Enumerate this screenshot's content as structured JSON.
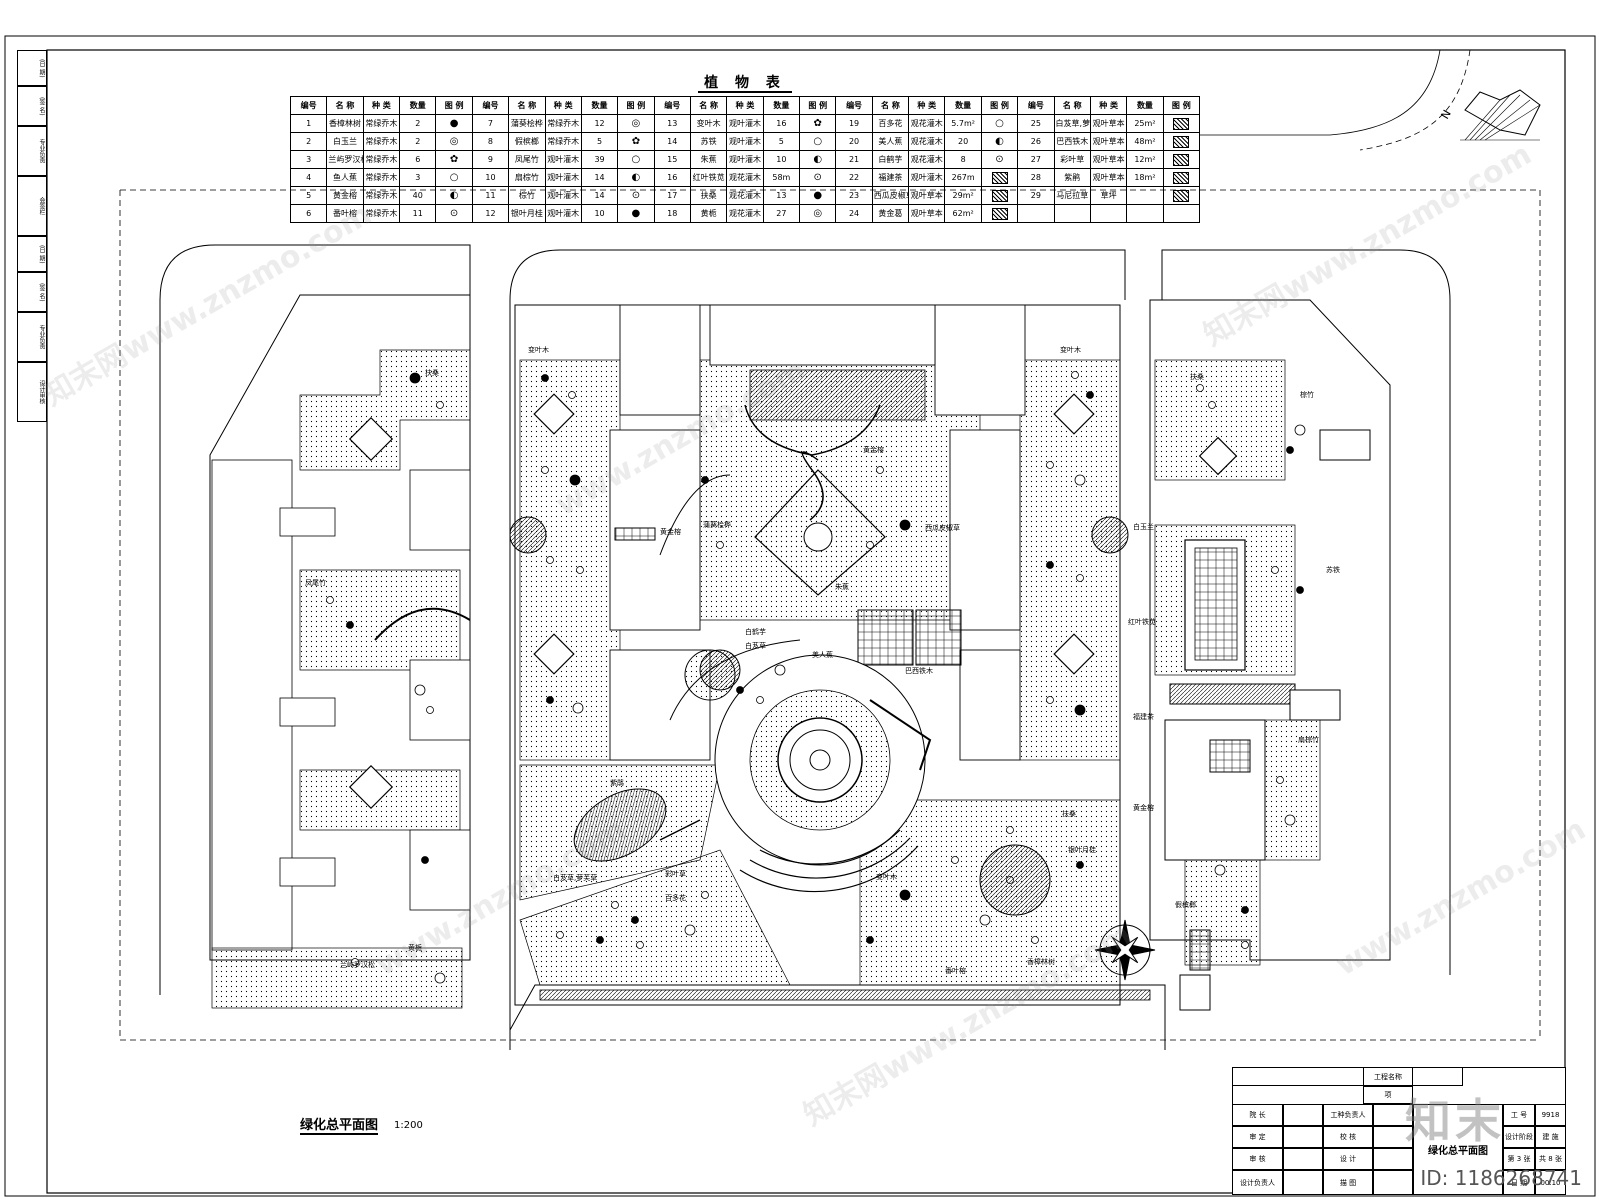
{
  "legend": {
    "title": "植 物 表",
    "headers": [
      "编号",
      "名 称",
      "种 类",
      "数量",
      "图 例"
    ],
    "rows": [
      [
        [
          "1",
          "香樟林树",
          "常绿乔木",
          "2"
        ],
        [
          "7",
          "蒲葵桧桦",
          "常绿乔木",
          "12"
        ],
        [
          "13",
          "变叶木",
          "观叶灌木",
          "16"
        ],
        [
          "19",
          "百多花",
          "观花灌木",
          "5.7m²"
        ],
        [
          "25",
          "白芨草,萝芙草",
          "观叶草本",
          "25m²"
        ]
      ],
      [
        [
          "2",
          "白玉兰",
          "常绿乔木",
          "2"
        ],
        [
          "8",
          "假槟榔",
          "常绿乔木",
          "5"
        ],
        [
          "14",
          "苏铁",
          "观叶灌木",
          "5"
        ],
        [
          "20",
          "美人蕉",
          "观花灌木",
          "20"
        ],
        [
          "26",
          "巴西铁木",
          "观叶草本",
          "48m²"
        ]
      ],
      [
        [
          "3",
          "兰屿罗汉松",
          "常绿乔木",
          "6"
        ],
        [
          "9",
          "凤尾竹",
          "观叶灌木",
          "39"
        ],
        [
          "15",
          "朱蕉",
          "观叶灌木",
          "10"
        ],
        [
          "21",
          "白鹤芋",
          "观花灌木",
          "8"
        ],
        [
          "27",
          "彩叶草",
          "观叶草本",
          "12m²"
        ]
      ],
      [
        [
          "4",
          "鱼人蕉",
          "常绿乔木",
          "3"
        ],
        [
          "10",
          "扇棕竹",
          "观叶灌木",
          "14"
        ],
        [
          "16",
          "红叶铁苋",
          "观花灌木",
          "58m"
        ],
        [
          "22",
          "福建茶",
          "观叶灌木",
          "267m"
        ],
        [
          "28",
          "紫鹃",
          "观叶草本",
          "18m²"
        ]
      ],
      [
        [
          "5",
          "黄金榕",
          "常绿乔木",
          "40"
        ],
        [
          "11",
          "棕竹",
          "观叶灌木",
          "14"
        ],
        [
          "17",
          "扶桑",
          "观花灌木",
          "13"
        ],
        [
          "23",
          "西瓜皮椒草",
          "观叶草本",
          "29m²"
        ],
        [
          "29",
          "马尼拉草",
          "草坪",
          ""
        ]
      ],
      [
        [
          "6",
          "番叶榕",
          "常绿乔木",
          "11"
        ],
        [
          "12",
          "银叶月桂",
          "观叶灌木",
          "10"
        ],
        [
          "18",
          "黄栀",
          "观花灌木",
          "27"
        ],
        [
          "24",
          "黄金葛",
          "观叶草本",
          "62m²"
        ],
        [
          "",
          "",
          "",
          ""
        ]
      ]
    ]
  },
  "plan_labels": {
    "a": "扶桑",
    "b": "变叶木",
    "c": "变叶木",
    "d": "扶桑",
    "e": "棕竹",
    "f": "白玉兰",
    "g": "苏铁",
    "h": "红叶铁苋",
    "i": "福建茶",
    "j": "黄金榕",
    "k": "扇棕竹",
    "l": "扶桑",
    "m": "白鹤芋",
    "n": "白芨草",
    "o": "美人蕉",
    "p": "黄金榕",
    "q": "蒲葵桧桦",
    "r": "朱蕉",
    "s": "黄金榕",
    "t": "西瓜皮椒草",
    "u": "巴西铁木",
    "v": "变叶木",
    "w": "番叶榕",
    "x": "香樟林树",
    "y": "白芨草,萝芙草",
    "z": "彩叶草",
    "aa": "百多花",
    "ab": "银叶月桂",
    "ac": "假槟榔",
    "ad": "紫鹃",
    "ae": "兰屿罗汉松",
    "af": "黄栀",
    "ag": "凤尾竹"
  },
  "north": "N",
  "drawing_title": "绿化总平面图",
  "scale": "1:200",
  "title_block": {
    "project_label": "工程名称",
    "item_label": "项",
    "r1": [
      "院 长",
      "工种负责人"
    ],
    "r2": [
      "审 定",
      "校 核"
    ],
    "r3": [
      "审 核",
      "设 计"
    ],
    "r4": [
      "设计负责人",
      "描 图"
    ],
    "sheet_title": "绿化总平面图",
    "meta": [
      [
        "工 号",
        "9918"
      ],
      [
        "设计阶段",
        "建 施"
      ],
      [
        "第 3 张",
        "共 8 张"
      ],
      [
        "日 期",
        "00.10"
      ]
    ]
  },
  "side_strip": [
    "(日 期)",
    "(签 名)",
    "专业负责",
    "会签栏",
    "(日 期)",
    "(签 名)",
    "专业负责",
    "设计审核"
  ],
  "watermarks": [
    "知末网www.znzmo.com",
    "www.znzmo.com",
    "知末网www.znzmo.com",
    "www.znzmo.com",
    "知末网www.znzmo.com",
    "www.znzmo.com"
  ],
  "logo": "知末",
  "id_label": "ID: 1186268741"
}
